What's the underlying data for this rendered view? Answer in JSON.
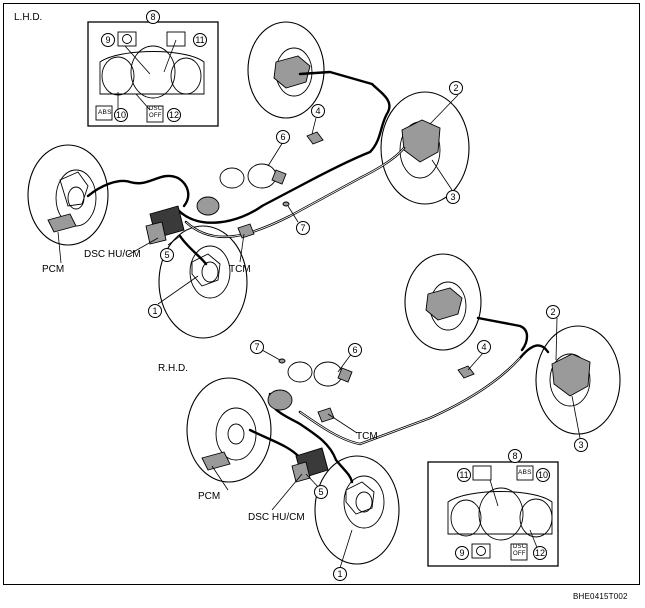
{
  "header": {
    "lhd_label": "L.H.D.",
    "rhd_label": "R.H.D."
  },
  "labels": {
    "pcm": "PCM",
    "dsc_hu_cm": "DSC HU/CM",
    "tcm": "TCM"
  },
  "callouts": {
    "n1": "1",
    "n2": "2",
    "n3": "3",
    "n4": "4",
    "n5": "5",
    "n6": "6",
    "n7": "7",
    "n8": "8",
    "n9": "9",
    "n10": "10",
    "n11": "11",
    "n12": "12"
  },
  "icons": {
    "abs": "ABS",
    "dsc_off_line1": "DSC",
    "dsc_off_line2": "OFF",
    "brake_warning": "brake-warning-icon",
    "dsc_indicator": "dsc-skid-icon"
  },
  "footer": {
    "figure_code": "BHE0415T002"
  }
}
